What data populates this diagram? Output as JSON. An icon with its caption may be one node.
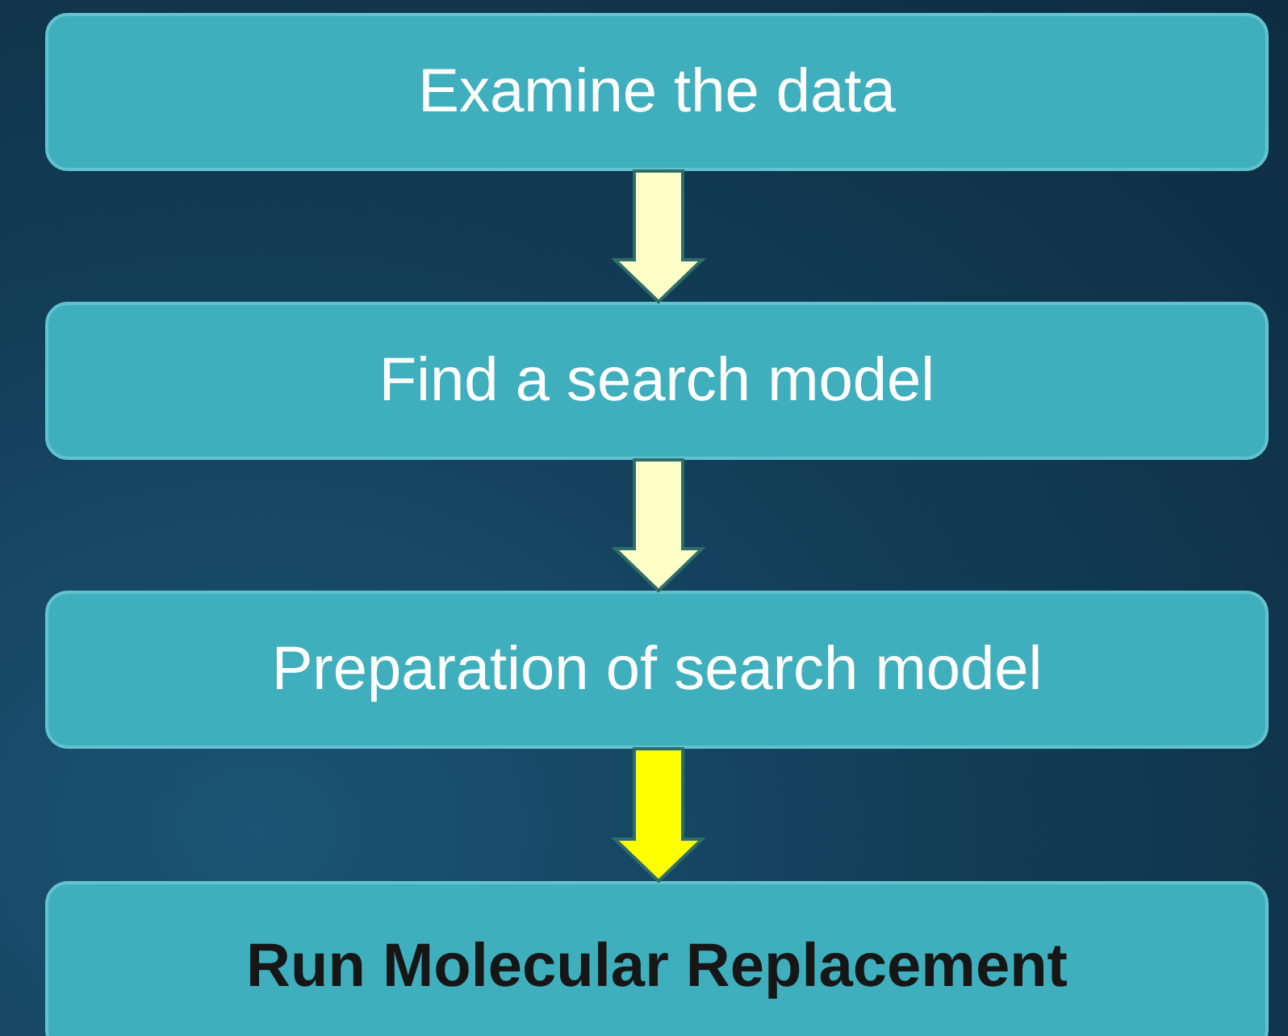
{
  "diagram": {
    "nodes": [
      {
        "text": [
          "Examine the data"
        ]
      },
      {
        "text": [
          "Find a search model"
        ]
      },
      {
        "text": [
          "Preparation of search model"
        ]
      },
      {
        "text": [
          "Run Molecular Replacement"
        ]
      }
    ],
    "edges": [
      {
        "from": 0,
        "to": 1,
        "arrow": "to"
      },
      {
        "from": 1,
        "to": 2,
        "arrow": "to"
      },
      {
        "from": 2,
        "to": 3,
        "arrow": "to",
        "color": "#ffff00"
      }
    ]
  }
}
